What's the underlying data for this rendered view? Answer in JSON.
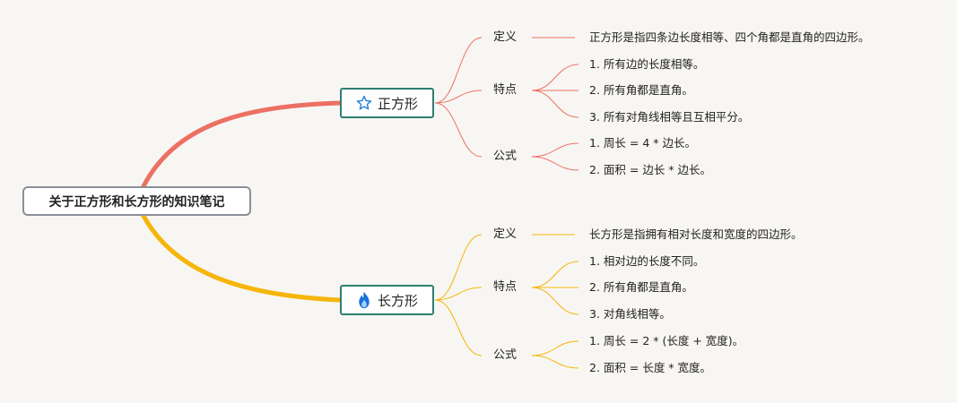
{
  "root": {
    "label": "关于正方形和长方形的知识笔记"
  },
  "colors": {
    "square_branch": "#ec7063",
    "rect_branch": "#f5b50b",
    "node_border": "#2f7d73",
    "root_border": "#8a8f99",
    "background": "#f8f6f3"
  },
  "branches": [
    {
      "label": "正方形",
      "icon": "star-icon",
      "definition": {
        "label": "定义",
        "text": "正方形是指四条边长度相等、四个角都是直角的四边形。"
      },
      "features": {
        "label": "特点",
        "items": [
          "1. 所有边的长度相等。",
          "2. 所有角都是直角。",
          "3. 所有对角线相等且互相平分。"
        ]
      },
      "formulas": {
        "label": "公式",
        "items": [
          "1. 周长 = 4 * 边长。",
          "2. 面积 = 边长 * 边长。"
        ]
      }
    },
    {
      "label": "长方形",
      "icon": "fire-icon",
      "definition": {
        "label": "定义",
        "text": "长方形是指拥有相对长度和宽度的四边形。"
      },
      "features": {
        "label": "特点",
        "items": [
          "1. 相对边的长度不同。",
          "2. 所有角都是直角。",
          "3. 对角线相等。"
        ]
      },
      "formulas": {
        "label": "公式",
        "items": [
          "1. 周长 = 2 * (长度 + 宽度)。",
          "2. 面积 = 长度 * 宽度。"
        ]
      }
    }
  ]
}
